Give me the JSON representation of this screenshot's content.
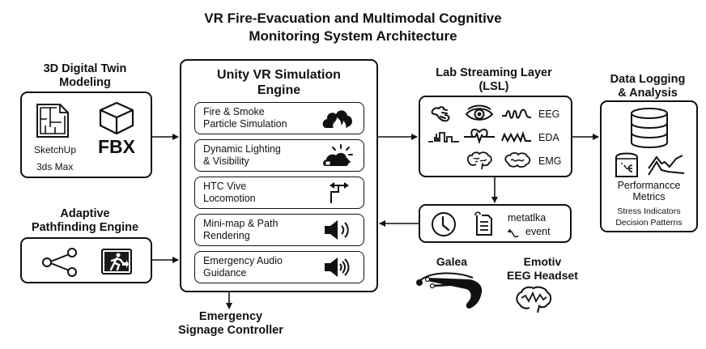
{
  "title": {
    "line1": "VR Fire-Evacuation and Multimodal Cognitive",
    "line2": "Monitoring System Architecture"
  },
  "modeling": {
    "heading_line1": "3D Digital Twin",
    "heading_line2": "Modeling",
    "tools": [
      "SketchUp",
      "3ds Max"
    ],
    "format": "FBX",
    "icons": [
      "floorplan-file-icon",
      "cube-icon"
    ]
  },
  "pathfinding": {
    "heading_line1": "Adaptive",
    "heading_line2": "Pathfinding Engine",
    "icons": [
      "graph-share-icon",
      "exit-sign-icon"
    ]
  },
  "unity": {
    "heading_line1": "Unity VR Simulation",
    "heading_line2": "Engine",
    "modules": [
      {
        "line1": "Fire & Smoke",
        "line2": "Particle Simulation",
        "icon": "fire-cloud-icon"
      },
      {
        "line1": "Dynamic Lighting",
        "line2": "& Visibility",
        "icon": "sun-cloud-icon"
      },
      {
        "line1": "HTC Vive",
        "line2": "Locomotion",
        "icon": "direction-arrows-icon"
      },
      {
        "line1": "Mini-map & Path",
        "line2": "Rendering",
        "icon": "speaker-icon"
      },
      {
        "line1": "Emergency Audio",
        "line2": "Guidance",
        "icon": "speaker-icon"
      }
    ]
  },
  "signage": {
    "line1": "Emergency",
    "line2": "Signage Controller"
  },
  "lsl": {
    "heading_line1": "Lab Streaming Layer",
    "heading_line2": "(LSL)",
    "signals": [
      "EEG",
      "EDA",
      "EMG"
    ],
    "icons": [
      "hand-gesture-icon",
      "eye-icon",
      "wave-icon",
      "pulse-bars-icon",
      "heart-rate-icon",
      "zigzag-wave-icon",
      "brain-icon",
      "brain-outline-icon"
    ]
  },
  "events": {
    "line1": "metatlka",
    "line2": "event",
    "icons": [
      "clock-icon",
      "notepad-icon",
      "return-arrow-icon"
    ]
  },
  "devices": {
    "galea": "Galea",
    "emotiv_line1": "Emotiv",
    "emotiv_line2": "EEG Headset"
  },
  "logging": {
    "heading_line1": "Data Logging",
    "heading_line2": "& Analysis",
    "metrics_line1": "Performancce",
    "metrics_line2": "Metrics",
    "items": [
      "Stress Indicators",
      "Decision Patterns"
    ],
    "icons": [
      "database-icon",
      "spreadsheet-icon",
      "line-chart-icon"
    ]
  }
}
